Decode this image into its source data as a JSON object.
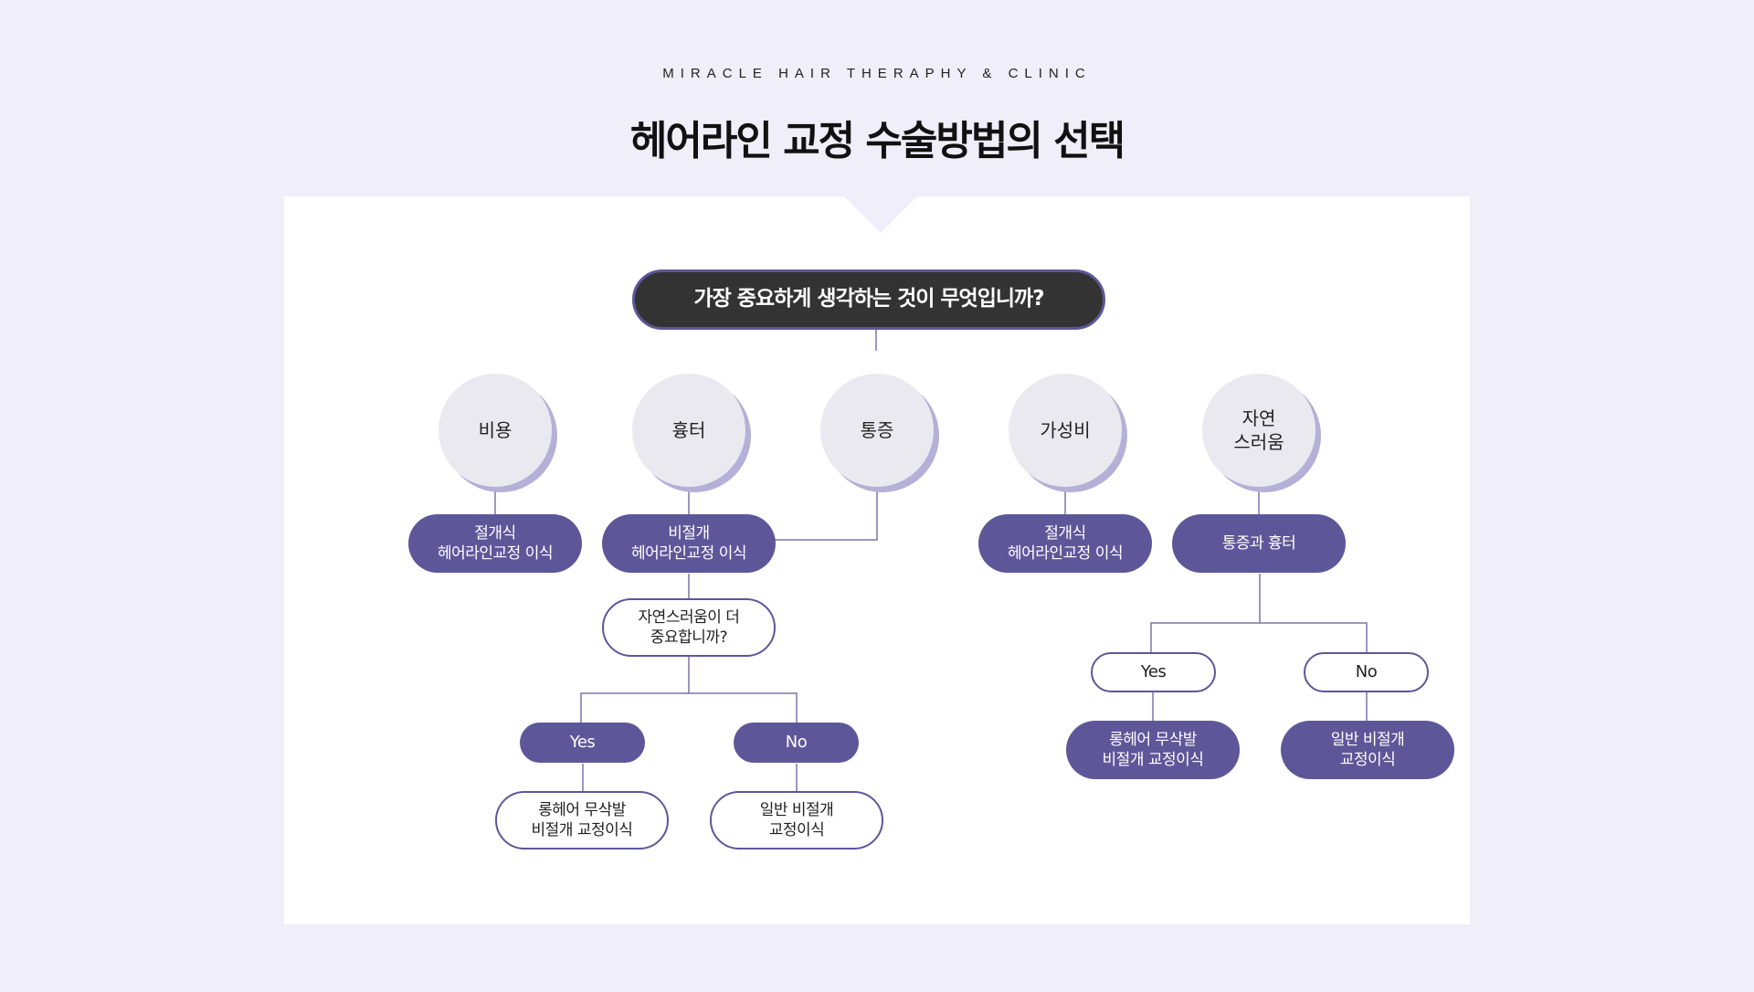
{
  "header": {
    "eyebrow": "MIRACLE HAIR THERAPHY & CLINIC",
    "title": "헤어라인 교정 수술방법의 선택"
  },
  "colors": {
    "background": "#efeef9",
    "panel": "#ffffff",
    "accent": "#5d5799",
    "dark": "#333333",
    "circle": "#ebe9f0",
    "circle_shadow": "#b4b0d7"
  },
  "diagram": {
    "question": "가장 중요하게 생각하는 것이 무엇입니까?",
    "criteria": [
      {
        "label": "비용"
      },
      {
        "label": "흉터"
      },
      {
        "label": "통증"
      },
      {
        "label": "가성비"
      },
      {
        "label": "자연\n스러움"
      }
    ],
    "methods": [
      {
        "label": "절개식\n헤어라인교정 이식"
      },
      {
        "label": "비절개\n헤어라인교정 이식"
      },
      {
        "label": "절개식\n헤어라인교정 이식"
      },
      {
        "label": "통증과 흉터"
      }
    ],
    "sub_question": "자연스러움이 더\n중요합니까?",
    "left_branch": {
      "yes": "Yes",
      "no": "No",
      "yes_result": "롱헤어 무삭발\n비절개 교정이식",
      "no_result": "일반 비절개\n교정이식"
    },
    "right_branch": {
      "yes": "Yes",
      "no": "No",
      "yes_result": "롱헤어 무삭발\n비절개 교정이식",
      "no_result": "일반 비절개\n교정이식"
    }
  }
}
